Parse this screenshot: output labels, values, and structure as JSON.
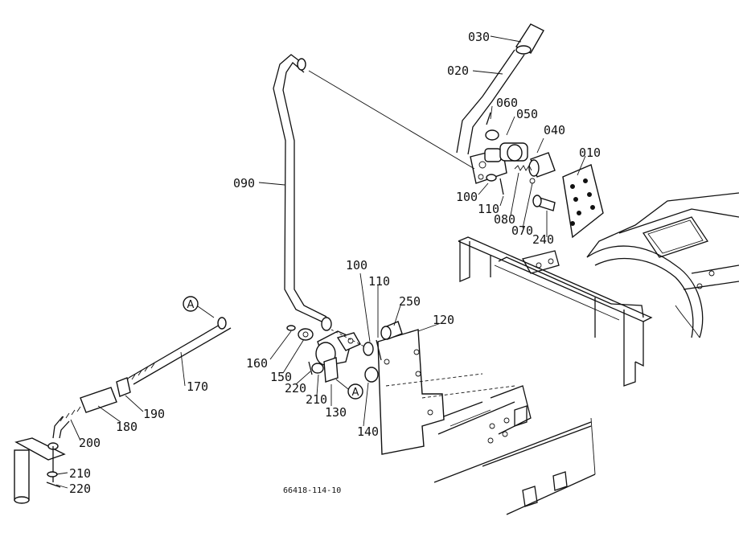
{
  "diagram": {
    "drawing_code": "66418-114-10",
    "ref_marker": "A",
    "labels": {
      "p030": "030",
      "p020": "020",
      "p060": "060",
      "p050": "050",
      "p040": "040",
      "p010": "010",
      "p100a": "100",
      "p110a": "110",
      "p080": "080",
      "p070": "070",
      "p240": "240",
      "p090": "090",
      "p100b": "100",
      "p110b": "110",
      "p250": "250",
      "p120": "120",
      "p160": "160",
      "p150": "150",
      "p220a": "220",
      "p210a": "210",
      "p130": "130",
      "p140": "140",
      "p170": "170",
      "p190": "190",
      "p180": "180",
      "p200": "200",
      "p210b": "210",
      "p220b": "220"
    }
  }
}
